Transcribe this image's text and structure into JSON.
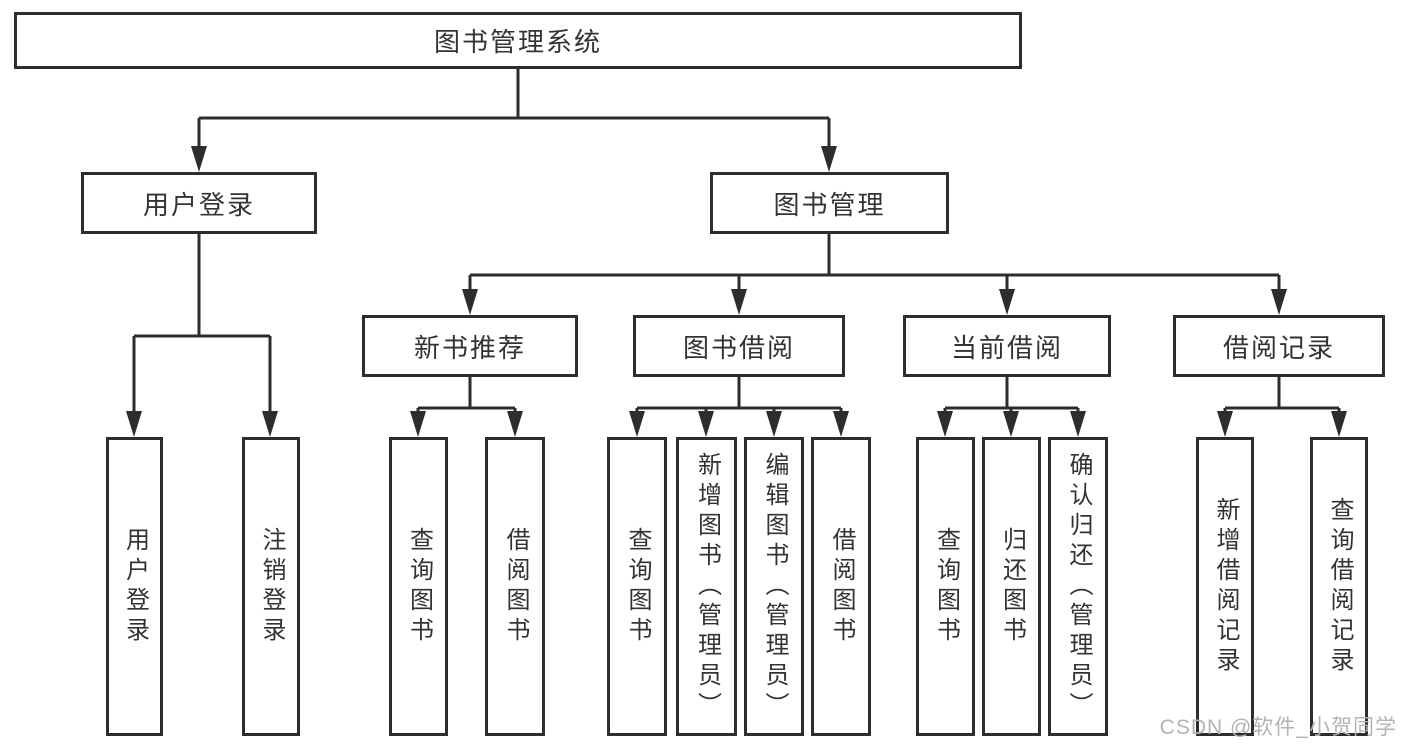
{
  "diagram": {
    "title": "图书管理系统",
    "colors": {
      "line": "#2d2d2d",
      "text": "#333333",
      "background": "#ffffff",
      "watermark": "#b3b3b3"
    },
    "nodes": {
      "root": {
        "label": "图书管理系统"
      },
      "level2": [
        {
          "label": "用户登录"
        },
        {
          "label": "图书管理"
        }
      ],
      "level3": [
        {
          "label": "新书推荐",
          "parent": "图书管理"
        },
        {
          "label": "图书借阅",
          "parent": "图书管理"
        },
        {
          "label": "当前借阅",
          "parent": "图书管理"
        },
        {
          "label": "借阅记录",
          "parent": "图书管理"
        }
      ],
      "leaves": [
        {
          "label": "用户登录",
          "parent": "用户登录"
        },
        {
          "label": "注销登录",
          "parent": "用户登录"
        },
        {
          "label": "查询图书",
          "parent": "新书推荐"
        },
        {
          "label": "借阅图书",
          "parent": "新书推荐"
        },
        {
          "label": "查询图书",
          "parent": "图书借阅"
        },
        {
          "label": "新增图书（管理员）",
          "parent": "图书借阅"
        },
        {
          "label": "编辑图书（管理员）",
          "parent": "图书借阅"
        },
        {
          "label": "借阅图书",
          "parent": "图书借阅"
        },
        {
          "label": "查询图书",
          "parent": "当前借阅"
        },
        {
          "label": "归还图书",
          "parent": "当前借阅"
        },
        {
          "label": "确认归还（管理员）",
          "parent": "当前借阅"
        },
        {
          "label": "新增借阅记录",
          "parent": "借阅记录"
        },
        {
          "label": "查询借阅记录",
          "parent": "借阅记录"
        }
      ]
    },
    "watermark": "CSDN @软件_小贺同学"
  }
}
